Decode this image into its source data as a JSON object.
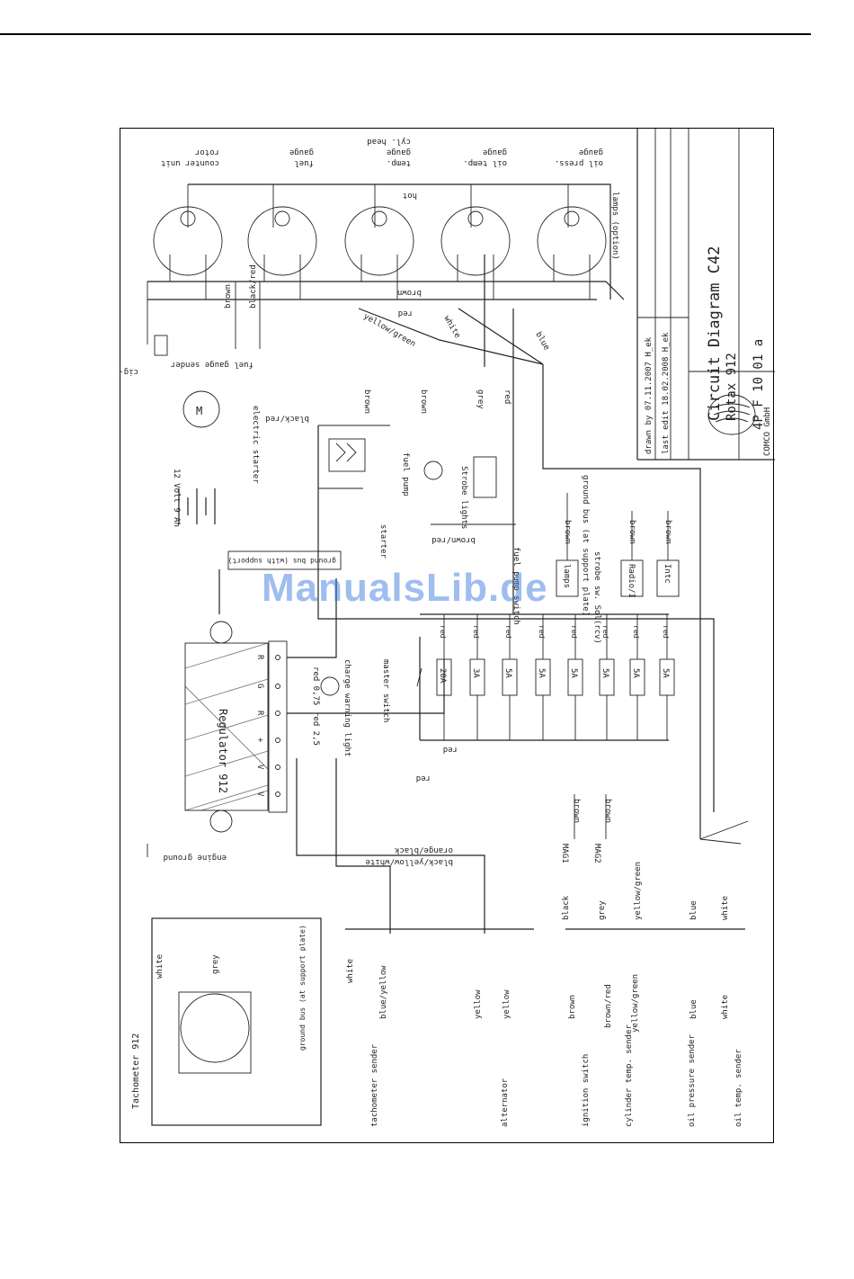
{
  "title_block": {
    "title": "Circuit Diagram C42",
    "subtitle": "Rotax 912",
    "doc_no": "4P F 10 01 a",
    "drawn_by": "drawn by 07.11.2007 H_ek",
    "last_edit": "last edit 18.02.2008 H_ek",
    "company": "COMCO GmbH"
  },
  "gauges": [
    {
      "l1": "rotor",
      "l2": "counter unit"
    },
    {
      "l1": "gauge",
      "l2": "fuel"
    },
    {
      "l1": "gauge",
      "l2": "temp.",
      "l3": "cyl. head"
    },
    {
      "l1": "gauge",
      "l2": "oil temp."
    },
    {
      "l1": "gauge",
      "l2": "oil press."
    }
  ],
  "gauge_labels": {
    "lamps": "lamps (option)",
    "hot": "hot",
    "brown": "brown",
    "red": "red"
  },
  "wires": {
    "brown": "brown",
    "red": "red",
    "grey": "grey",
    "white": "white",
    "blue": "blue",
    "black_red": "black/red",
    "yellow_green": "yellow/green",
    "black_red_2": "black/red",
    "brown_red": "brown/red",
    "red_25": "red 2,5",
    "red_075": "red 0,75",
    "red_bus": "red",
    "red_bottom": "red",
    "orange_black": "orange/black",
    "black_yellow_white": "black/yellow/white",
    "blue_yellow": "blue/yellow",
    "yellow": "yellow",
    "brown_red_2": "brown/red",
    "black": "black",
    "white_2": "white"
  },
  "components": {
    "socket": "cig-lighter socket",
    "fuel_sender": "fuel gauge sender",
    "electric_starter": "electric starter",
    "battery": "12 Volt 9 Ah",
    "fuel_pump": "fuel pump",
    "strobe": "Strobe lights",
    "starter_btn": "starter",
    "ground_bus": "ground bus (with support)",
    "charge_light": "charge warning light",
    "master_switch": "master switch",
    "regulator": "Regulator 912",
    "engine_ground": "engine ground",
    "fuel_pump_switch": "fuel pump switch",
    "strobe_switch": "strobe sw. Sol(rcv)",
    "lamps": "lamps",
    "radio": "Radio/I",
    "intercom": "Intc",
    "ground_bus_2": "ground bus (at support plate)",
    "mag1": "MAG1",
    "mag2": "MAG2",
    "tachometer": "Tachometer 912",
    "tach_sender": "tachometer sender",
    "alternator": "alternator",
    "ignition": "ignition switch",
    "cyl_temp": "cylinder temp. sender",
    "oil_pressure": "oil pressure sender",
    "oil_temp": "oil temp. sender",
    "ground_bus_3": "ground bus (at support plate)"
  },
  "fuses": [
    "20A",
    "3A",
    "5A",
    "5A",
    "5A",
    "5A",
    "5A",
    "5A"
  ],
  "regulator_terminals": [
    "R",
    "G",
    "R",
    "+",
    "V",
    "V"
  ],
  "watermark": "ManualsLib.de"
}
